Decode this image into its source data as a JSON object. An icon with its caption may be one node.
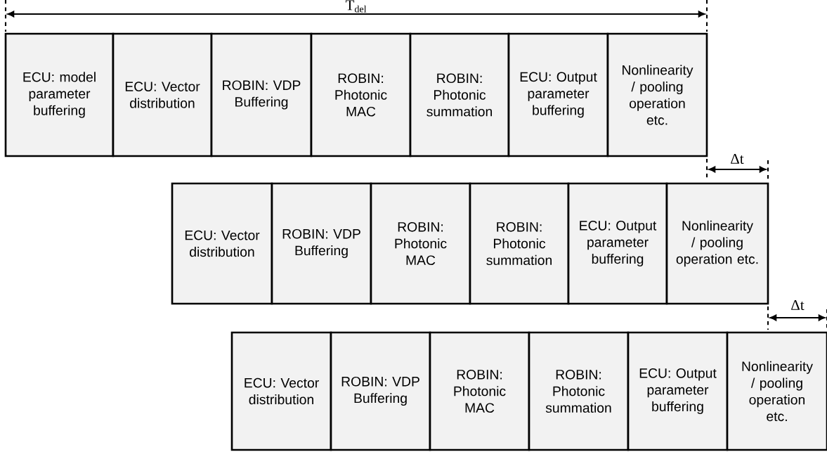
{
  "diagram": {
    "nodes": [
      {
        "text": [
          "ECU: model parameter buffering"
        ]
      },
      {
        "text": [
          "ECU: Vector distribution"
        ]
      },
      {
        "text": [
          "ROBIN: VDP Buffering"
        ]
      },
      {
        "text": [
          "ROBIN: Photonic MAC"
        ]
      },
      {
        "text": [
          "ROBIN: Photonic summation"
        ]
      },
      {
        "text": [
          "ECU: Output parameter buffering"
        ]
      },
      {
        "text": [
          "Nonlinearity / pooling operation etc."
        ]
      },
      {
        "text": [
          "ECU: Vector distribution"
        ]
      },
      {
        "text": [
          "ROBIN: VDP Buffering"
        ]
      },
      {
        "text": [
          "ROBIN: Photonic MAC"
        ]
      },
      {
        "text": [
          "ROBIN: Photonic summation"
        ]
      },
      {
        "text": [
          "ECU: Output parameter buffering"
        ]
      },
      {
        "text": [
          "Nonlinearity / pooling operation etc."
        ]
      },
      {
        "text": [
          "ECU: Vector distribution"
        ]
      },
      {
        "text": [
          "ROBIN: VDP Buffering"
        ]
      },
      {
        "text": [
          "ROBIN: Photonic MAC"
        ]
      },
      {
        "text": [
          "ROBIN: Photonic summation"
        ]
      },
      {
        "text": [
          "ECU: Output parameter buffering"
        ]
      },
      {
        "text": [
          "Nonlinearity / pooling operation etc."
        ]
      }
    ],
    "labels": [
      "T$_{del}$",
      "Δt",
      "Δt"
    ]
  }
}
